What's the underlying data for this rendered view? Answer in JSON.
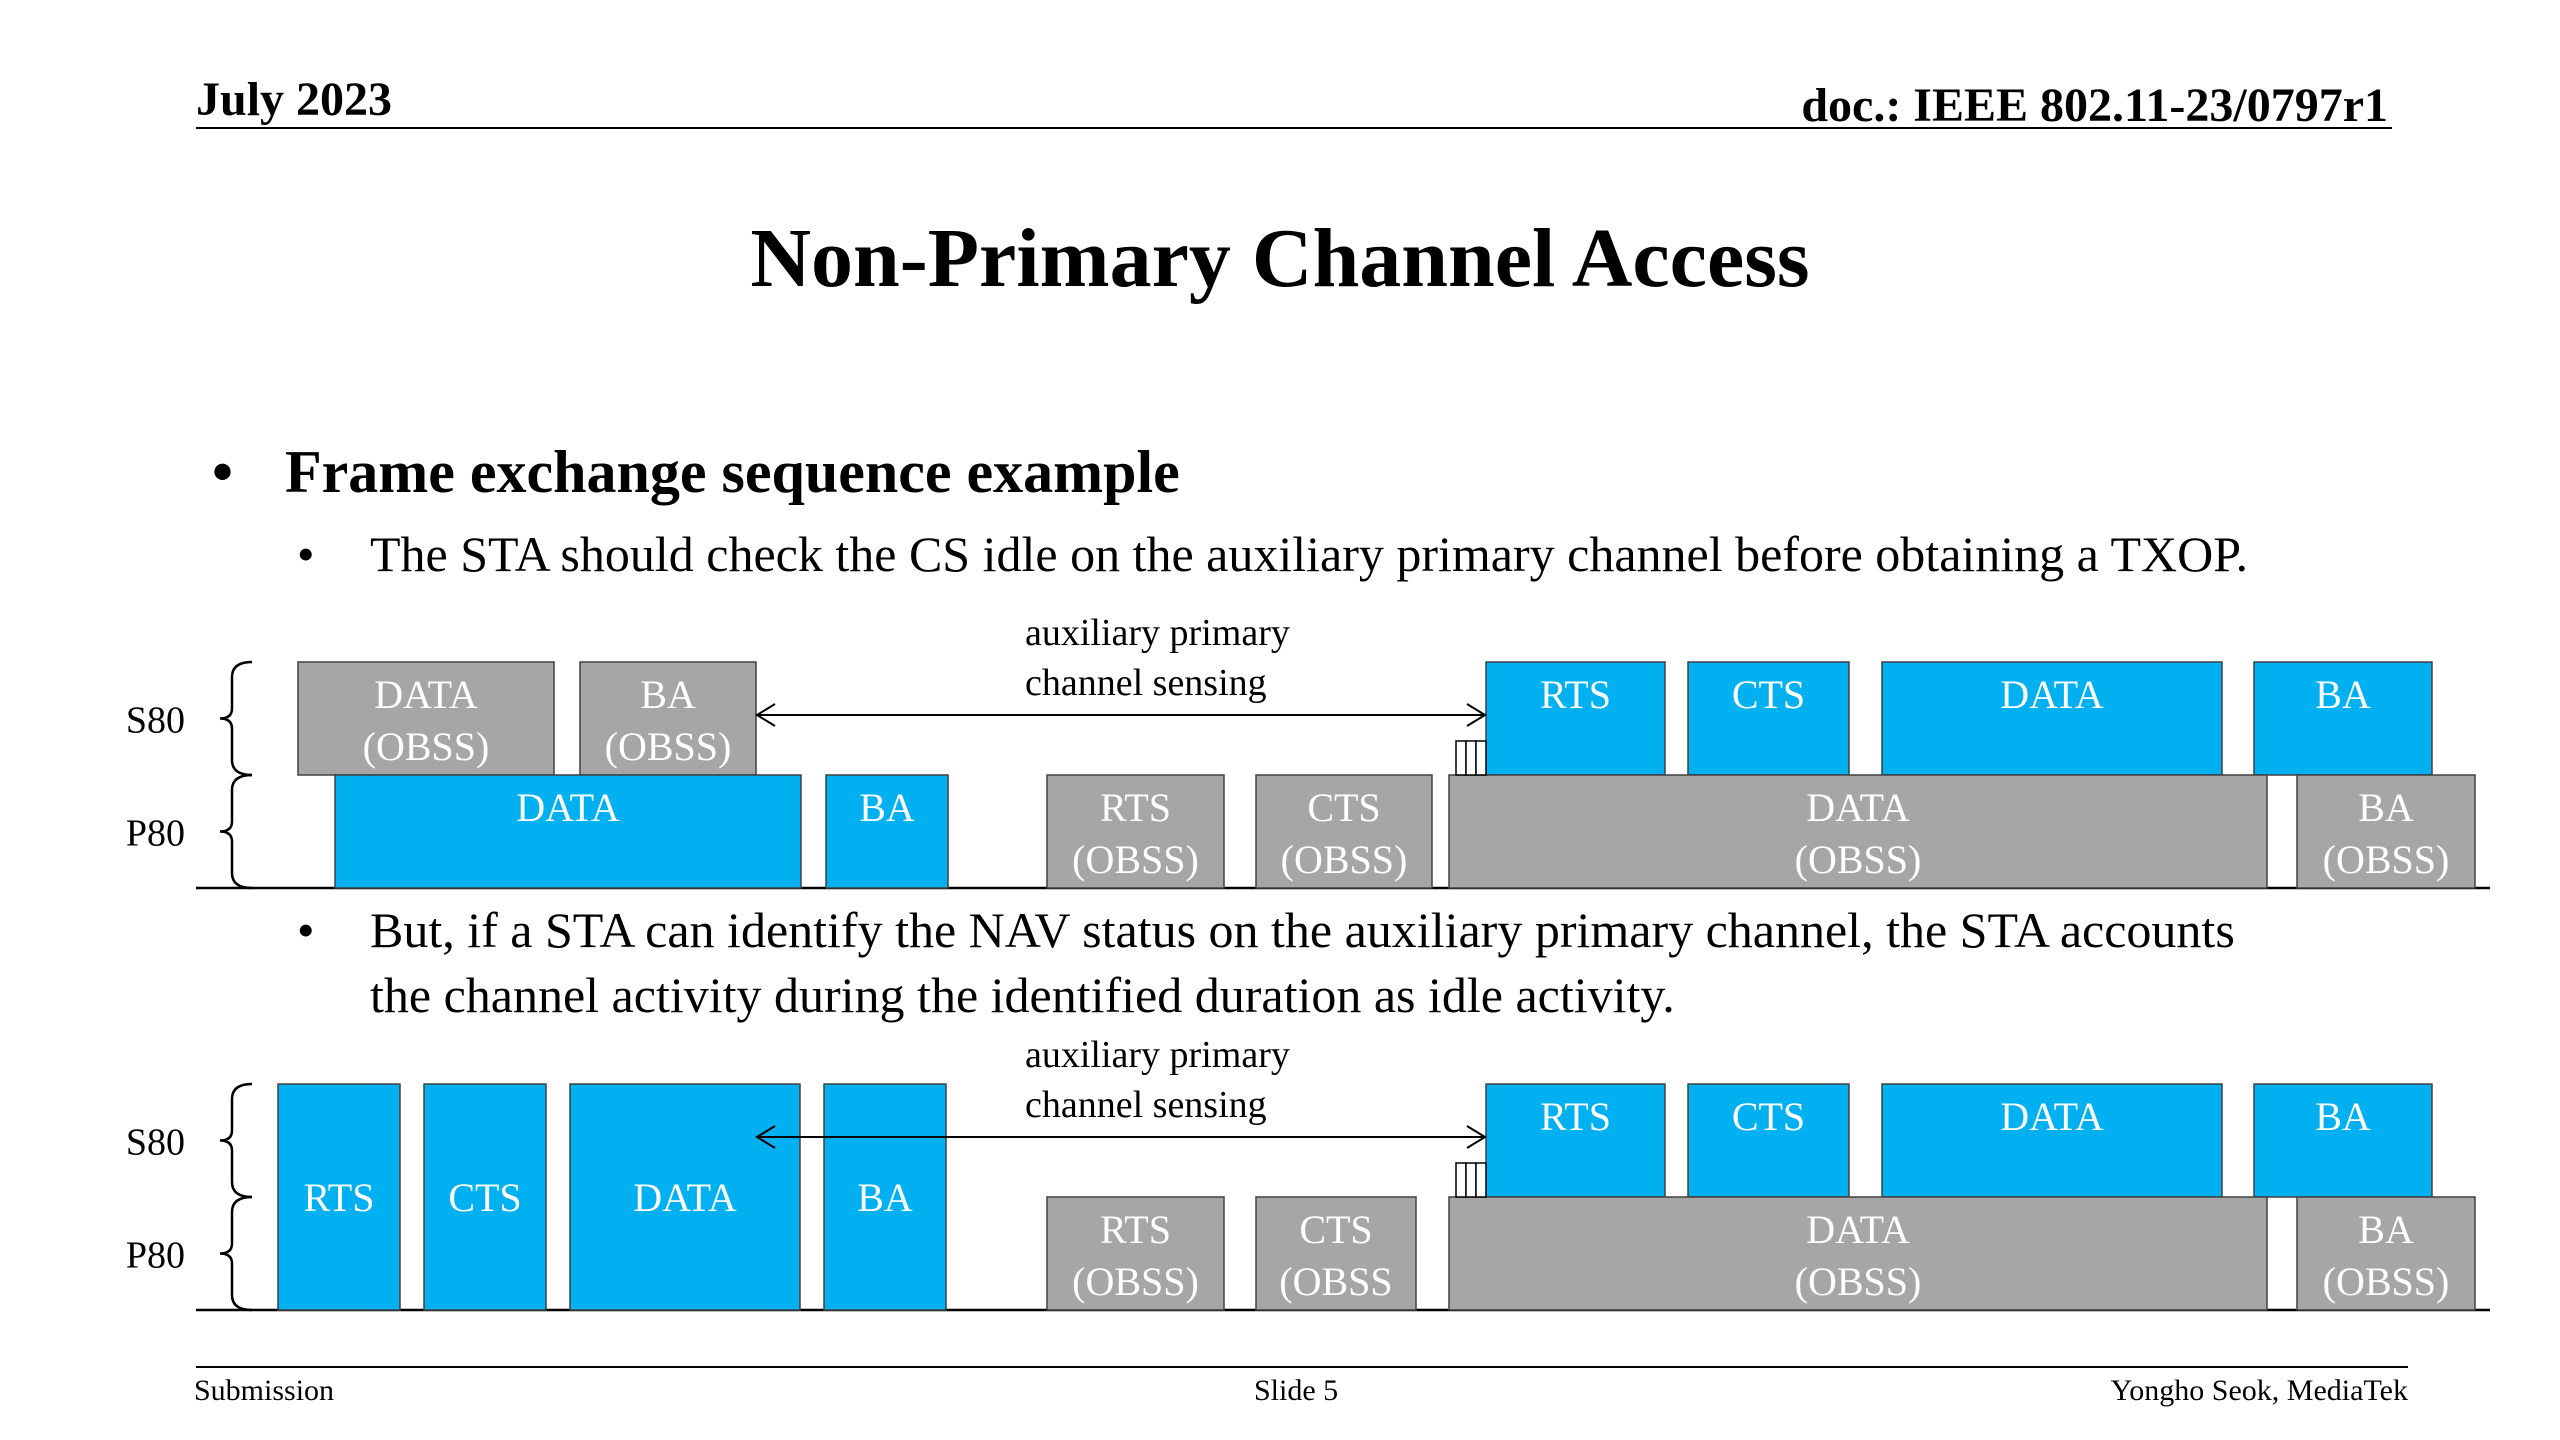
{
  "header": {
    "date": "July 2023",
    "doc": "doc.: IEEE 802.11-23/0797r1"
  },
  "title": "Non-Primary Channel Access",
  "bullets": {
    "main": "Frame exchange sequence example",
    "sub1": "The STA should check the CS idle on the auxiliary primary channel before obtaining a TXOP.",
    "sub2": "But, if a STA can identify the NAV status on the auxiliary primary channel, the STA accounts the channel activity during the identified duration as idle activity.",
    "bullet_symbol": "•"
  },
  "colors": {
    "own_frame": "#00b0f0",
    "obss_frame": "#a6a6a6",
    "frame_text": "#ffffff",
    "frame_border": "#404040"
  },
  "diagram1": {
    "channel_labels": [
      "S80",
      "P80"
    ],
    "sensing_label": [
      "auxiliary primary",
      "channel sensing"
    ],
    "s80_frames": [
      {
        "lines": [
          "DATA",
          "(OBSS)"
        ],
        "kind": "obss"
      },
      {
        "lines": [
          "BA",
          "(OBSS)"
        ],
        "kind": "obss"
      },
      {
        "lines": [
          "RTS"
        ],
        "kind": "own"
      },
      {
        "lines": [
          "CTS"
        ],
        "kind": "own"
      },
      {
        "lines": [
          "DATA"
        ],
        "kind": "own"
      },
      {
        "lines": [
          "BA"
        ],
        "kind": "own"
      }
    ],
    "p80_frames": [
      {
        "lines": [
          "DATA"
        ],
        "kind": "own"
      },
      {
        "lines": [
          "BA"
        ],
        "kind": "own"
      },
      {
        "lines": [
          "RTS",
          "(OBSS)"
        ],
        "kind": "obss"
      },
      {
        "lines": [
          "CTS",
          "(OBSS)"
        ],
        "kind": "obss"
      },
      {
        "lines": [
          "DATA",
          "(OBSS)"
        ],
        "kind": "obss"
      },
      {
        "lines": [
          "BA",
          "(OBSS)"
        ],
        "kind": "obss"
      }
    ]
  },
  "diagram2": {
    "channel_labels": [
      "S80",
      "P80"
    ],
    "sensing_label": [
      "auxiliary primary",
      "channel sensing"
    ],
    "s80_frames": [
      {
        "lines": [
          "RTS"
        ],
        "kind": "own"
      },
      {
        "lines": [
          "CTS"
        ],
        "kind": "own"
      },
      {
        "lines": [
          "DATA"
        ],
        "kind": "own"
      },
      {
        "lines": [
          "BA"
        ],
        "kind": "own"
      },
      {
        "lines": [
          "RTS"
        ],
        "kind": "own"
      },
      {
        "lines": [
          "CTS"
        ],
        "kind": "own"
      },
      {
        "lines": [
          "DATA"
        ],
        "kind": "own"
      },
      {
        "lines": [
          "BA"
        ],
        "kind": "own"
      }
    ],
    "p80_frames": [
      {
        "lines": [
          "RTS",
          "(OBSS)"
        ],
        "kind": "obss"
      },
      {
        "lines": [
          "CTS",
          "(OBSS"
        ],
        "kind": "obss"
      },
      {
        "lines": [
          "DATA",
          "(OBSS)"
        ],
        "kind": "obss"
      },
      {
        "lines": [
          "BA",
          "(OBSS)"
        ],
        "kind": "obss"
      }
    ]
  },
  "footer": {
    "left": "Submission",
    "center": "Slide 5",
    "right": "Yongho Seok, MediaTek"
  }
}
